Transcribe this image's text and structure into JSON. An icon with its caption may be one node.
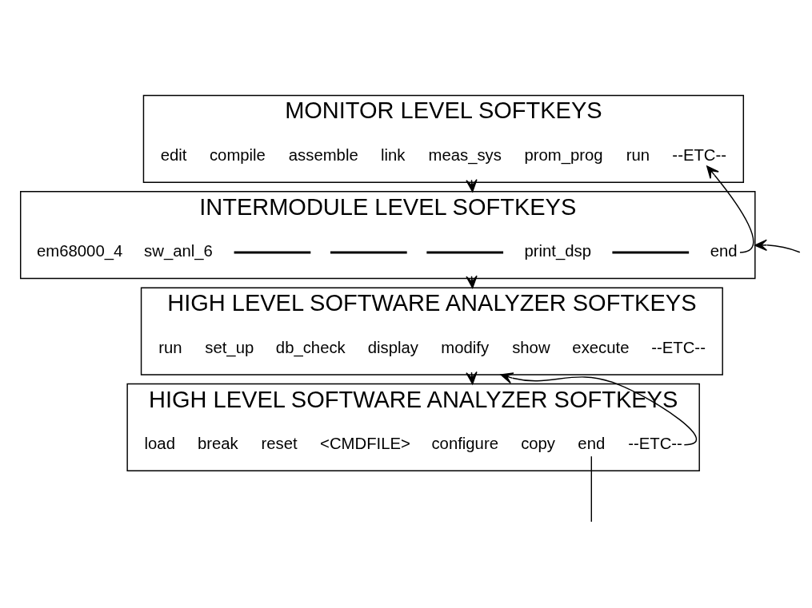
{
  "diagram": {
    "nodes": [
      {
        "text": [
          "MONITOR LEVEL SOFTKEYS"
        ]
      },
      {
        "text": [
          "edit"
        ],
        "in": 0
      },
      {
        "text": [
          "compile"
        ],
        "in": 0
      },
      {
        "text": [
          "assemble"
        ],
        "in": 0
      },
      {
        "text": [
          "link"
        ],
        "in": 0
      },
      {
        "text": [
          "meas_sys"
        ],
        "in": 0
      },
      {
        "text": [
          "prom_prog"
        ],
        "in": 0
      },
      {
        "text": [
          "run"
        ],
        "in": 0
      },
      {
        "text": [
          "--ETC--"
        ],
        "in": 0
      },
      {
        "text": [
          "INTERMODULE LEVEL SOFTKEYS"
        ]
      },
      {
        "text": [
          "em68000_4"
        ],
        "in": 9
      },
      {
        "text": [
          "sw_anl_6"
        ],
        "in": 9
      },
      {
        "text": [],
        "shape": "line",
        "in": 9
      },
      {
        "text": [],
        "shape": "line",
        "in": 9
      },
      {
        "text": [],
        "shape": "line",
        "in": 9
      },
      {
        "text": [
          "print_dsp"
        ],
        "in": 9
      },
      {
        "text": [],
        "shape": "line",
        "in": 9
      },
      {
        "text": [
          "end"
        ],
        "in": 9
      },
      {
        "text": [
          "HIGH LEVEL SOFTWARE ANALYZER SOFTKEYS"
        ]
      },
      {
        "text": [
          "run"
        ],
        "in": 18
      },
      {
        "text": [
          "set_up"
        ],
        "in": 18
      },
      {
        "text": [
          "db_check"
        ],
        "in": 18
      },
      {
        "text": [
          "display"
        ],
        "in": 18
      },
      {
        "text": [
          "modify"
        ],
        "in": 18
      },
      {
        "text": [
          "show"
        ],
        "in": 18
      },
      {
        "text": [
          "execute"
        ],
        "in": 18
      },
      {
        "text": [
          "--ETC--"
        ],
        "in": 18
      },
      {
        "text": [
          "HIGH LEVEL SOFTWARE ANALYZER SOFTKEYS"
        ]
      },
      {
        "text": [
          "load"
        ],
        "in": 27
      },
      {
        "text": [
          "break"
        ],
        "in": 27
      },
      {
        "text": [
          "reset"
        ],
        "in": 27
      },
      {
        "text": [
          "<CMDFILE>"
        ],
        "in": 27
      },
      {
        "text": [
          "configure"
        ],
        "in": 27
      },
      {
        "text": [
          "copy"
        ],
        "in": 27
      },
      {
        "text": [
          "end"
        ],
        "in": 27
      },
      {
        "text": [
          "--ETC--"
        ],
        "in": 27
      }
    ],
    "edges": [
      {
        "from": 0,
        "to": 9,
        "arrow": "to"
      },
      {
        "from": 17,
        "to": 8,
        "arrow": "to"
      },
      {
        "from": null,
        "to": 9,
        "arrow": "to"
      },
      {
        "from": 9,
        "to": 18,
        "arrow": "to"
      },
      {
        "from": 18,
        "to": 27,
        "arrow": "to"
      },
      {
        "from": 35,
        "to": 18,
        "arrow": "to"
      },
      {
        "from": 34,
        "to": null,
        "arrow": "none"
      }
    ]
  }
}
